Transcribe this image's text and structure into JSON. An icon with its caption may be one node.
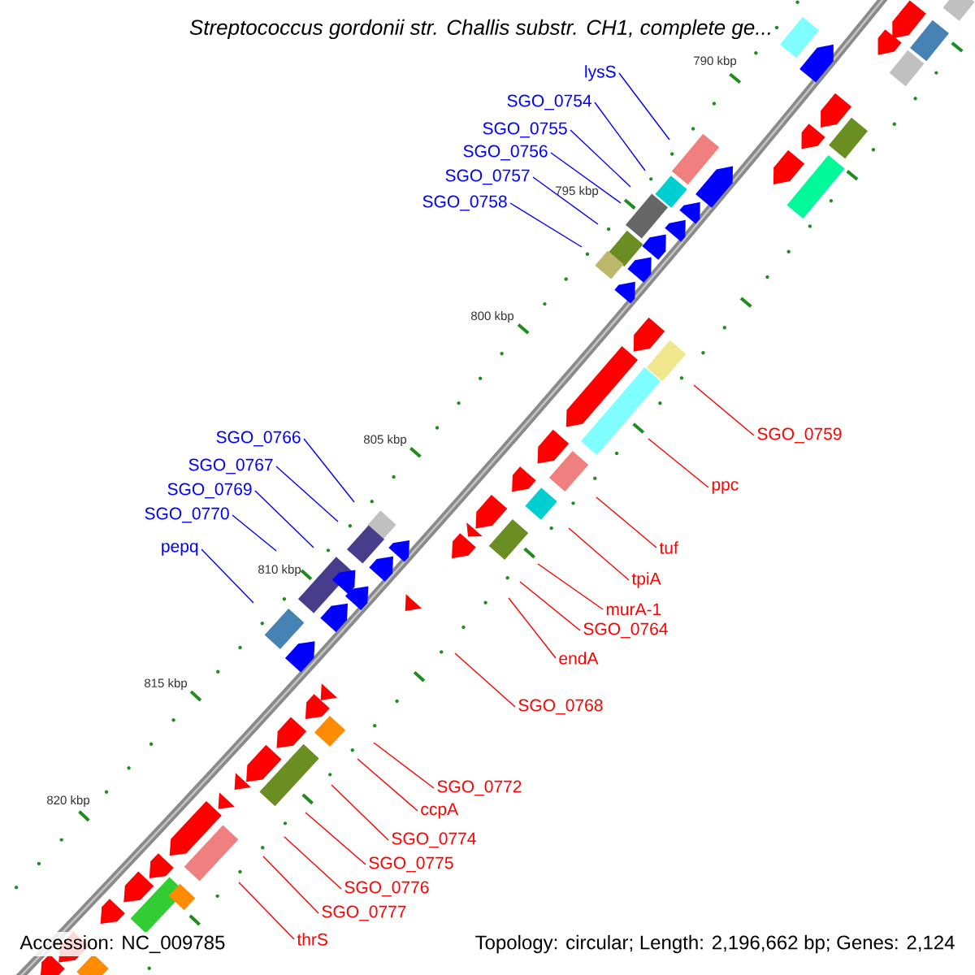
{
  "diagram": {
    "title": "Streptococcus gordonii str. Challis substr. CH1, complete ge...",
    "nodes": [
      {
        "text": [
          "lysS"
        ]
      },
      {
        "text": [
          "SGO_0754"
        ]
      },
      {
        "text": [
          "SGO_0755"
        ]
      },
      {
        "text": [
          "SGO_0756"
        ]
      },
      {
        "text": [
          "SGO_0757"
        ]
      },
      {
        "text": [
          "SGO_0758"
        ]
      },
      {
        "text": [
          "SGO_0759"
        ]
      },
      {
        "text": [
          "ppc"
        ]
      },
      {
        "text": [
          "tuf"
        ]
      },
      {
        "text": [
          "tpiA"
        ]
      },
      {
        "text": [
          "murA-1"
        ]
      },
      {
        "text": [
          "SGO_0764"
        ]
      },
      {
        "text": [
          "endA"
        ]
      },
      {
        "text": [
          "SGO_0768"
        ]
      },
      {
        "text": [
          "SGO_0766"
        ]
      },
      {
        "text": [
          "SGO_0767"
        ]
      },
      {
        "text": [
          "SGO_0769"
        ]
      },
      {
        "text": [
          "SGO_0770"
        ]
      },
      {
        "text": [
          "pepq"
        ]
      },
      {
        "text": [
          "SGO_0772"
        ]
      },
      {
        "text": [
          "ccpA"
        ]
      },
      {
        "text": [
          "SGO_0774"
        ]
      },
      {
        "text": [
          "SGO_0775"
        ]
      },
      {
        "text": [
          "SGO_0776"
        ]
      },
      {
        "text": [
          "SGO_0777"
        ]
      },
      {
        "text": [
          "thrS"
        ]
      }
    ],
    "edges": [
      {
        "from": 0,
        "to": null,
        "arrow": "none",
        "color": "#0000ff"
      },
      {
        "from": 1,
        "to": null,
        "arrow": "none",
        "color": "#0000ff"
      },
      {
        "from": 2,
        "to": null,
        "arrow": "none",
        "color": "#0000ff"
      },
      {
        "from": 3,
        "to": null,
        "arrow": "none",
        "color": "#0000ff"
      },
      {
        "from": 4,
        "to": null,
        "arrow": "none",
        "color": "#0000ff"
      },
      {
        "from": 5,
        "to": null,
        "arrow": "none",
        "color": "#0000ff"
      },
      {
        "from": 6,
        "to": null,
        "arrow": "none"
      },
      {
        "from": 7,
        "to": null,
        "arrow": "none"
      },
      {
        "from": 8,
        "to": null,
        "arrow": "none"
      },
      {
        "from": 9,
        "to": null,
        "arrow": "none"
      },
      {
        "from": 10,
        "to": null,
        "arrow": "none"
      },
      {
        "from": 11,
        "to": null,
        "arrow": "none"
      },
      {
        "from": 12,
        "to": null,
        "arrow": "none"
      },
      {
        "from": 13,
        "to": null,
        "arrow": "none"
      },
      {
        "from": 14,
        "to": null,
        "arrow": "none",
        "color": "#0000ff"
      },
      {
        "from": 15,
        "to": null,
        "arrow": "none",
        "color": "#0000ff"
      },
      {
        "from": 16,
        "to": null,
        "arrow": "none",
        "color": "#0000ff"
      },
      {
        "from": 17,
        "to": null,
        "arrow": "none",
        "color": "#0000ff"
      },
      {
        "from": 18,
        "to": null,
        "arrow": "none",
        "color": "#0000ff"
      },
      {
        "from": 19,
        "to": null,
        "arrow": "none"
      },
      {
        "from": 20,
        "to": null,
        "arrow": "none"
      },
      {
        "from": 21,
        "to": null,
        "arrow": "none"
      },
      {
        "from": 22,
        "to": null,
        "arrow": "none"
      },
      {
        "from": 23,
        "to": null,
        "arrow": "none"
      },
      {
        "from": 24,
        "to": null,
        "arrow": "none"
      },
      {
        "from": 25,
        "to": null,
        "arrow": "none"
      }
    ],
    "labels": [
      "790 kbp",
      "795 kbp",
      "800 kbp",
      "805 kbp",
      "810 kbp",
      "815 kbp",
      "820 kbp",
      "Accession: NC_009785",
      "Topology: circular; Length: 2,196,662 bp; Genes: 2,124"
    ]
  }
}
